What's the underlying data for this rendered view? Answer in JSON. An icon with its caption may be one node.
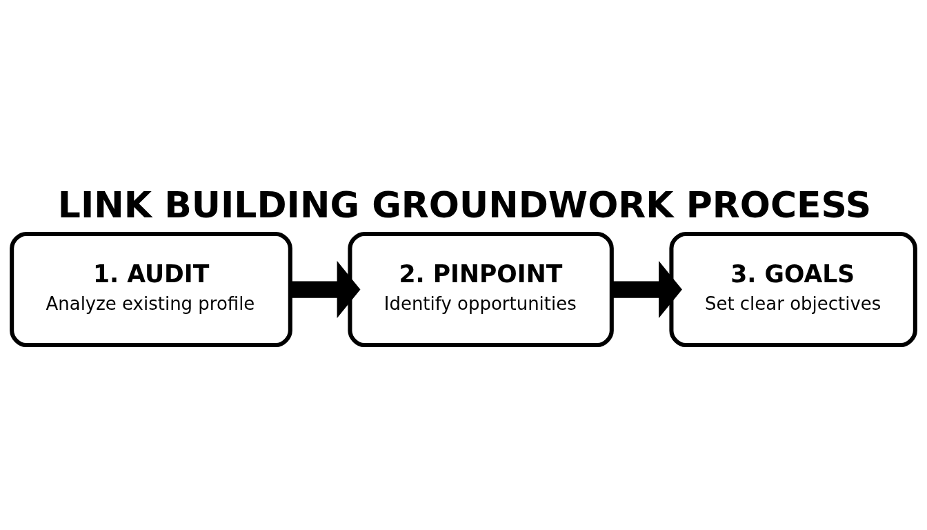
{
  "diagram": {
    "title": "LINK BUILDING GROUNDWORK PROCESS",
    "nodes": [
      {
        "text": [
          "1. AUDIT",
          "Analyze existing profile"
        ]
      },
      {
        "text": [
          "2. PINPOINT",
          "Identify opportunities"
        ]
      },
      {
        "text": [
          "3. GOALS",
          "Set clear objectives"
        ]
      }
    ],
    "edges": [
      {
        "from": 0,
        "to": 1,
        "arrow": "to"
      },
      {
        "from": 1,
        "to": 2,
        "arrow": "to"
      }
    ]
  }
}
